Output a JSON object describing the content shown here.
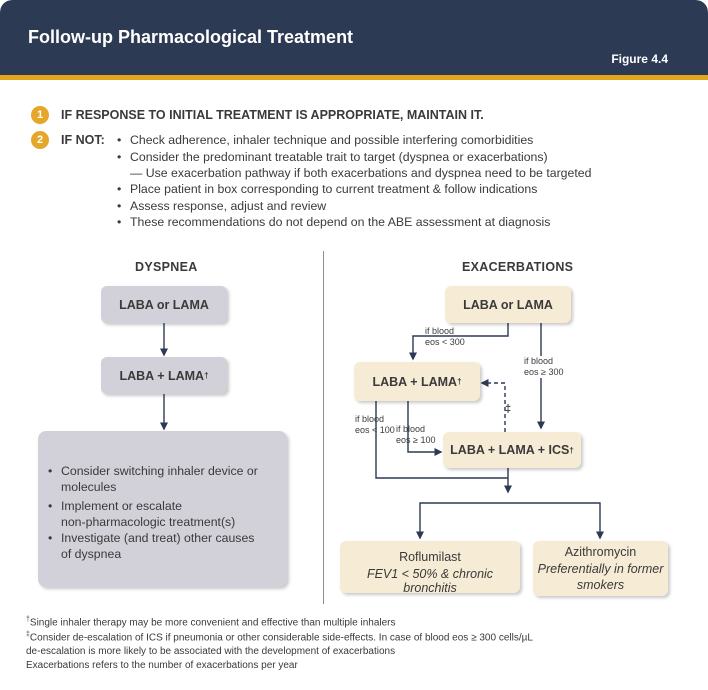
{
  "header": {
    "title": "Follow-up Pharmacological Treatment",
    "figure": "Figure 4.4"
  },
  "steps": {
    "step1": {
      "number": "1",
      "text": "IF RESPONSE TO INITIAL TREATMENT IS APPROPRIATE, MAINTAIN IT."
    },
    "step2": {
      "number": "2",
      "label": "IF NOT:",
      "bullets": [
        "Check adherence, inhaler technique and possible interfering comorbidities",
        "Consider the predominant treatable trait to target (dyspnea or exacerbations)",
        "— Use exacerbation pathway if both exacerbations and dyspnea need to be targeted",
        "Place patient in box corresponding to current treatment & follow indications",
        "Assess response, adjust and review",
        "These recommendations do not depend on the ABE assessment at diagnosis"
      ]
    }
  },
  "dyspnea": {
    "heading": "DYSPNEA",
    "box1": "LABA or LAMA",
    "box2": "LABA + LAMA",
    "box2_sup": "†",
    "items": [
      [
        "Consider switching inhaler device or",
        "molecules"
      ],
      [
        "Implement or escalate",
        "non-pharmacologic treatment(s)"
      ],
      [
        "Investigate (and treat) other causes",
        "of dyspnea"
      ]
    ]
  },
  "exacerbations": {
    "heading": "EXACERBATIONS",
    "box_top": "LABA or LAMA",
    "box_mid": "LABA + LAMA",
    "box_mid_sup": "†",
    "box_triple": "LABA + LAMA + ICS",
    "box_triple_sup": "†",
    "double_dagger": "‡",
    "labels": {
      "eos_lt_300": [
        "if blood",
        "eos < 300"
      ],
      "eos_ge_300": [
        "if blood",
        "eos ≥ 300"
      ],
      "eos_lt_100": [
        "if blood",
        "eos < 100"
      ],
      "eos_ge_100": [
        "if blood",
        "eos ≥ 100"
      ]
    },
    "roflumilast": {
      "title": "Roflumilast",
      "subtitle": "FEV1 < 50% & chronic bronchitis"
    },
    "azithromycin": {
      "title": "Azithromycin",
      "subtitle_lines": [
        "Preferentially in former",
        "smokers"
      ]
    }
  },
  "footnotes": [
    {
      "mark": "†",
      "text": "Single inhaler therapy may be more convenient and effective than multiple inhalers"
    },
    {
      "mark": "‡",
      "text": "Consider de-escalation of ICS if pneumonia or other considerable side-effects. In case of blood eos ≥ 300 cells/µL"
    },
    {
      "mark": "",
      "text": "de-escalation is more likely to be associated with the development of exacerbations"
    },
    {
      "mark": "",
      "text": "Exacerbations refers to the number of exacerbations per year"
    }
  ],
  "colors": {
    "header": "#2c3a54",
    "accent": "#e2a61c",
    "dyspnea_box": "#d2d0d8",
    "exacerbation_box": "#f6ebd5",
    "arrow": "#2c3a54"
  }
}
